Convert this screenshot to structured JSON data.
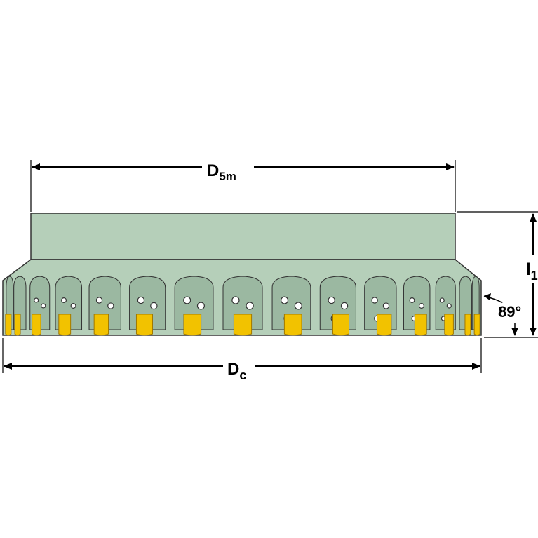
{
  "labels": {
    "d5m_main": "D",
    "d5m_sub": "5m",
    "dc_main": "D",
    "dc_sub": "c",
    "l1_main": "l",
    "l1_sub": "1",
    "angle": "89°"
  },
  "colors": {
    "body": "#b5cfb9",
    "body_dark": "#9bb8a1",
    "outline": "#333333",
    "insert": "#f2c200",
    "insert_edge": "#a07800",
    "dimension": "#000000"
  },
  "pockets": {
    "count": 15
  }
}
